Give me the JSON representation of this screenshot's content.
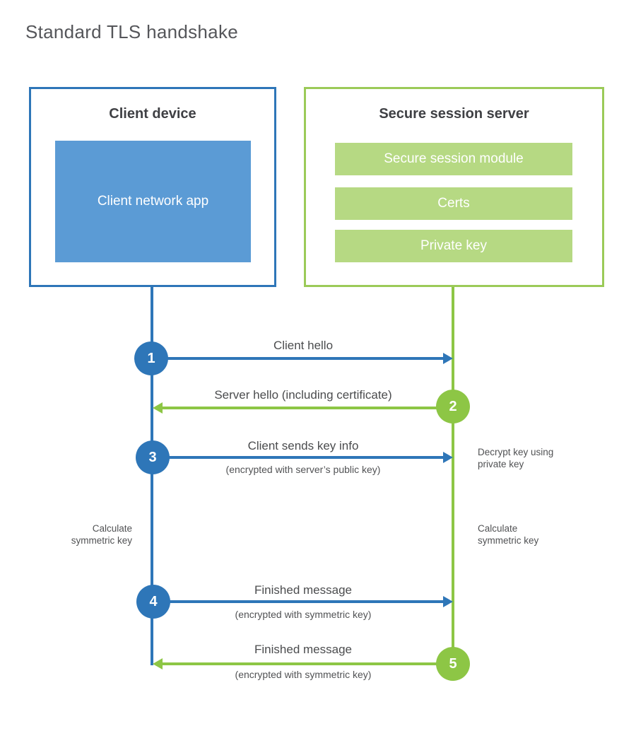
{
  "title": "Standard TLS handshake",
  "colors": {
    "blue": "#2e76b8",
    "blue_fill": "#5b9bd5",
    "green": "#8dc645",
    "green_border": "#9bca58",
    "green_fill": "#b6d983",
    "text_dark": "#3f4044",
    "text_gray": "#515254"
  },
  "client_box": {
    "title": "Client device",
    "module": "Client network app"
  },
  "server_box": {
    "title": "Secure session server",
    "modules": [
      "Secure session module",
      "Certs",
      "Private key"
    ]
  },
  "steps": [
    {
      "num": "1",
      "label": "Client hello",
      "sub": "",
      "direction": "client-to-server"
    },
    {
      "num": "2",
      "label": "Server hello (including certificate)",
      "sub": "",
      "direction": "server-to-client"
    },
    {
      "num": "3",
      "label": "Client sends key info",
      "sub": "(encrypted with server’s public key)",
      "direction": "client-to-server"
    },
    {
      "num": "4",
      "label": "Finished message",
      "sub": "(encrypted with symmetric key)",
      "direction": "client-to-server"
    },
    {
      "num": "5",
      "label": "Finished message",
      "sub": "(encrypted with symmetric key)",
      "direction": "server-to-client"
    }
  ],
  "side_notes": {
    "decrypt": "Decrypt key using\nprivate key",
    "calc_left": "Calculate\nsymmetric key",
    "calc_right": "Calculate\nsymmetric key"
  }
}
